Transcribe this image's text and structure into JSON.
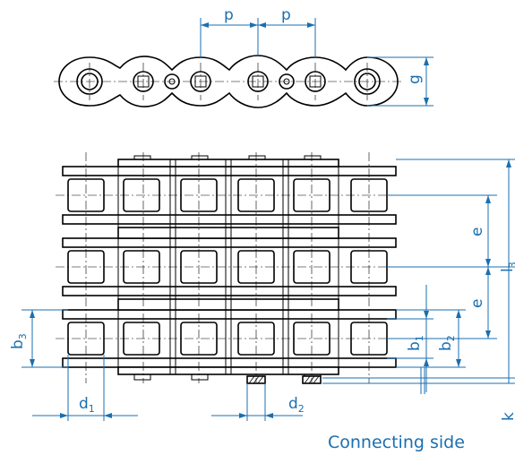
{
  "labels": {
    "p1": "p",
    "p2": "p",
    "g": "g",
    "e1": "e",
    "e2": "e",
    "l3_main": "l",
    "l3_sub": "3",
    "b3_main": "b",
    "b3_sub": "3",
    "b1_main": "b",
    "b1_sub": "1",
    "b2_main": "b",
    "b2_sub": "2",
    "d1_main": "d",
    "d1_sub": "1",
    "d2_main": "d",
    "d2_sub": "2",
    "k": "k"
  },
  "caption": "Connecting side",
  "colors": {
    "dimension": "#1a6fb0",
    "outline": "#000000"
  }
}
